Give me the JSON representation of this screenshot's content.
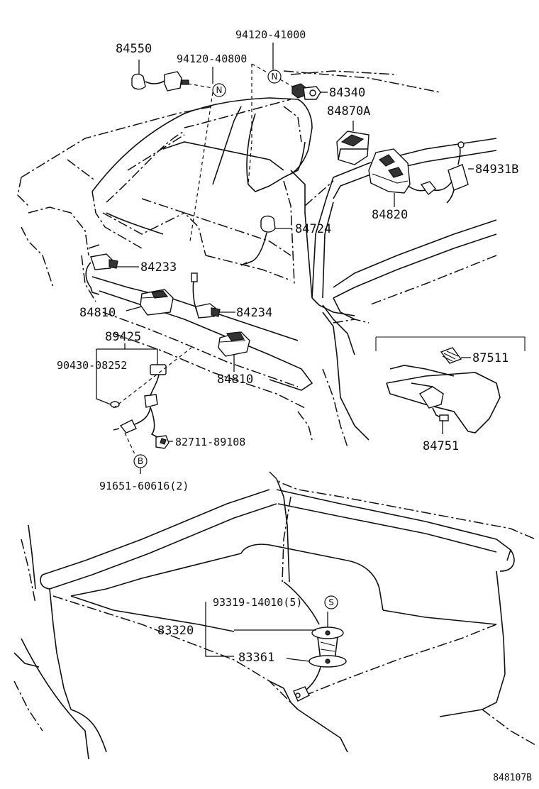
{
  "diagram": {
    "labels": {
      "p84550": "84550",
      "p94120_40800": "94120-40800",
      "p94120_41000": "94120-41000",
      "p84340": "84340",
      "p84870A": "84870A",
      "p84931B": "84931B",
      "p84820": "84820",
      "p84724": "84724",
      "p84233": "84233",
      "p84810a": "84810",
      "p84234": "84234",
      "p89425": "89425",
      "p90430_08252": "90430-08252",
      "p84810b": "84810",
      "p82711_89108": "82711-89108",
      "p91651_60616": "91651-60616(2)",
      "p87511": "87511",
      "p84751": "84751",
      "p93319_14010": "93319-14010(5)",
      "p83320": "83320",
      "p83361": "83361"
    },
    "callouts": {
      "n1": "N",
      "n2": "N",
      "b": "B",
      "s": "S"
    },
    "reference": "848107B"
  }
}
